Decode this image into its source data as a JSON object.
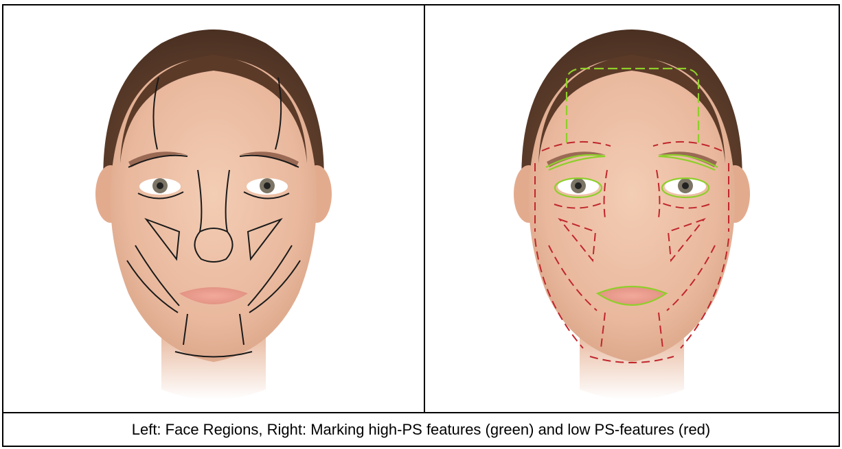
{
  "panels": [
    {
      "name": "face-regions",
      "line_color": "#1a1a1a"
    },
    {
      "name": "ps-features",
      "high_color": "#8ecf2a",
      "low_color": "#c0262c"
    }
  ],
  "caption": "Left: Face Regions, Right: Marking high-PS features (green) and low PS-features (red)"
}
